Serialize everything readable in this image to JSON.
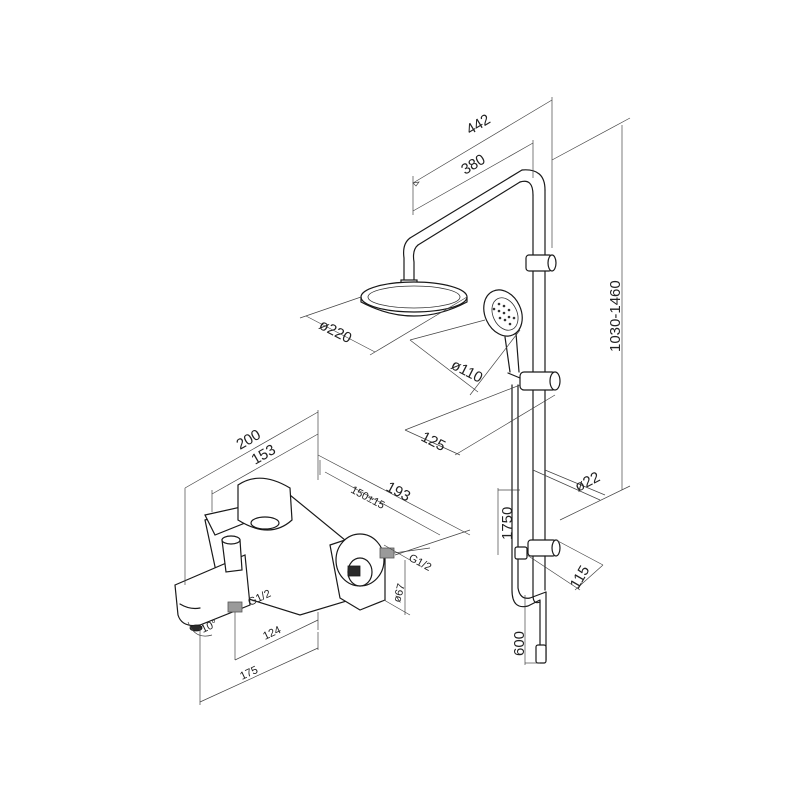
{
  "dimensions": {
    "d442": "442",
    "d380": "380",
    "d1030_1460": "1030-1460",
    "d220": "ø220",
    "d110": "ø110",
    "d125": "125",
    "d22": "ø22",
    "d1750": "1750",
    "d115": "115",
    "d600": "600",
    "d200": "200",
    "d153": "153",
    "d193": "193",
    "d150": "150±15",
    "dG12a": "G1/2",
    "d67": "ø67",
    "dG12b": "G1/2",
    "d10deg": "10°",
    "d124": "124",
    "d175": "175"
  }
}
